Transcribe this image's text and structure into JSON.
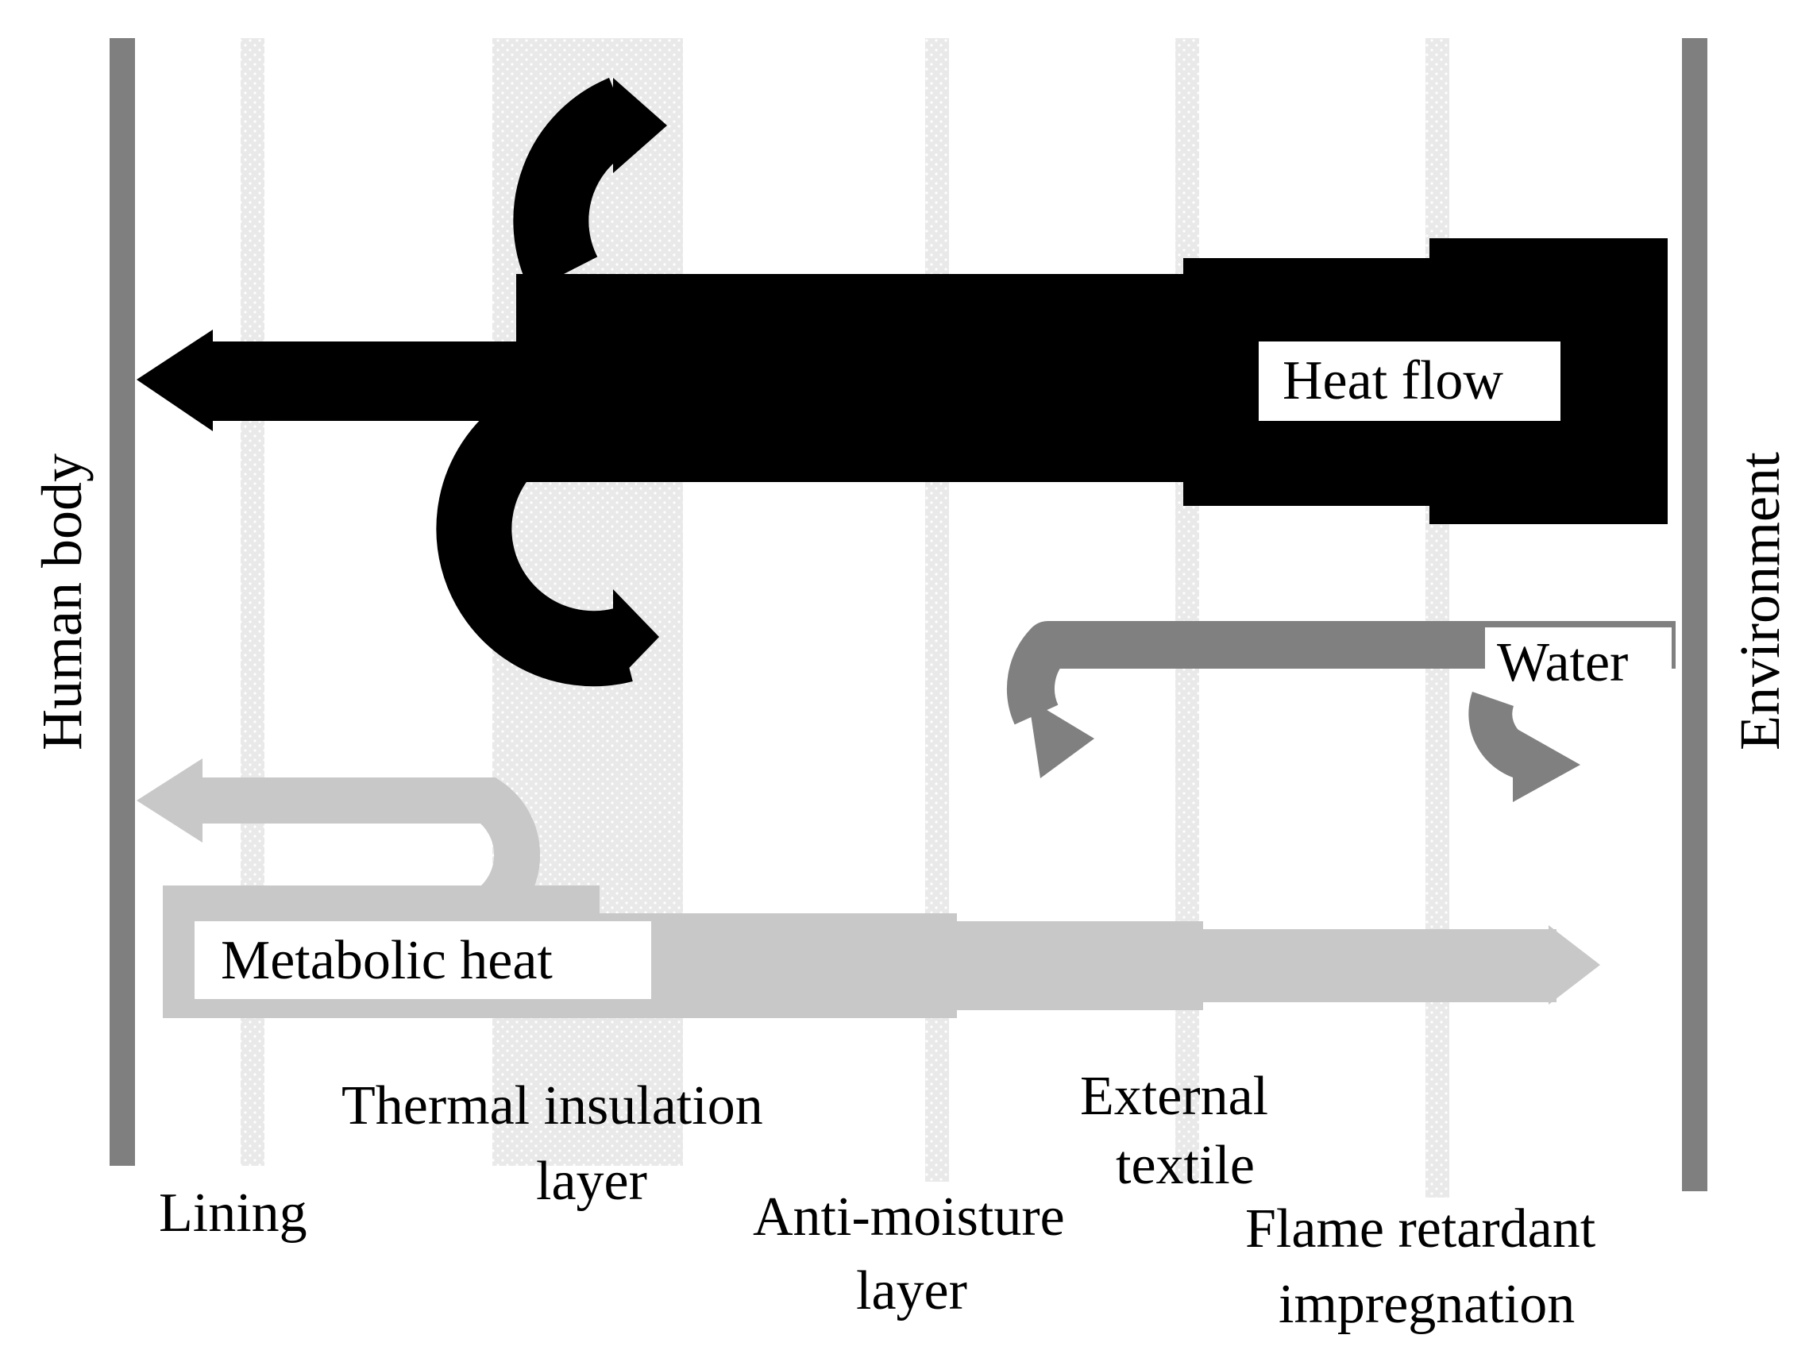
{
  "labels": {
    "human_body": "Human body",
    "environment": "Environment",
    "heat_flow": "Heat flow",
    "water": "Water",
    "metabolic_heat": "Metabolic heat",
    "lining": "Lining",
    "thermal_insulation_1": "Thermal insulation",
    "thermal_insulation_2": "layer",
    "anti_moisture_1": "Anti-moisture",
    "anti_moisture_2": "layer",
    "external_textile_1": "External",
    "external_textile_2": "textile",
    "flame_retardant_1": "Flame retardant",
    "flame_retardant_2": "impregnation"
  },
  "colors": {
    "boundary": "#7f7f7f",
    "heat_flow": "#000000",
    "water": "#808080",
    "metabolic_heat": "#c8c8c8",
    "layer_band": "#ececec",
    "insulation_band": "#e4e4e4"
  }
}
